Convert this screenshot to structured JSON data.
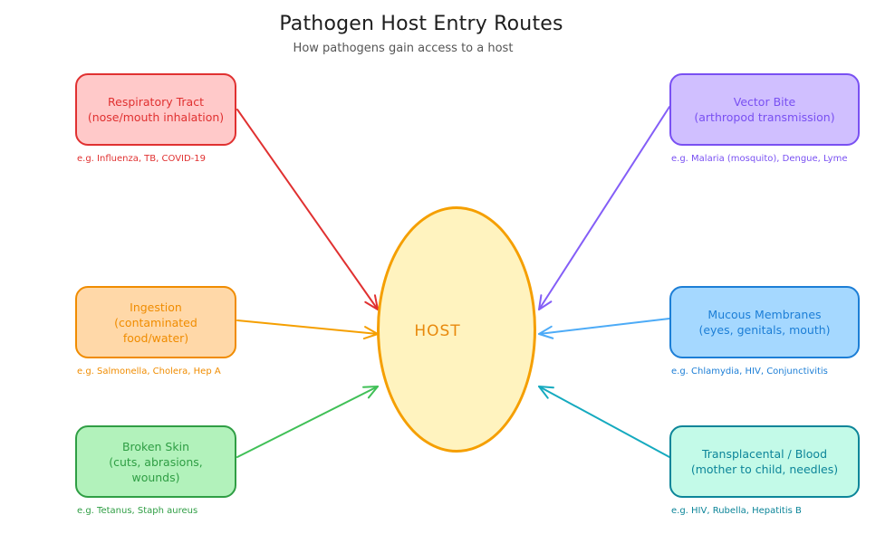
{
  "title": "Pathogen Host Entry Routes",
  "subtitle": "How pathogens gain access to a host",
  "host": {
    "label": "HOST",
    "fill": "#fff3bf",
    "stroke": "#f59f00",
    "text_color": "#e8890c"
  },
  "routes": [
    {
      "id": "respiratory",
      "line1": "Respiratory Tract",
      "line2": "(nose/mouth inhalation)",
      "line3": "",
      "example": "e.g. Influenza, TB, COVID-19",
      "fill": "#ffc9c9",
      "stroke": "#e03131"
    },
    {
      "id": "ingestion",
      "line1": "Ingestion",
      "line2": "(contaminated",
      "line3": "food/water)",
      "example": "e.g. Salmonella, Cholera, Hep A",
      "fill": "#ffd8a8",
      "stroke": "#f08c00"
    },
    {
      "id": "broken-skin",
      "line1": "Broken Skin",
      "line2": "(cuts, abrasions, wounds)",
      "line3": "",
      "example": "e.g. Tetanus, Staph aureus",
      "fill": "#b2f2bb",
      "stroke": "#2f9e44"
    },
    {
      "id": "vector-bite",
      "line1": "Vector Bite",
      "line2": "(arthropod transmission)",
      "line3": "",
      "example": "e.g. Malaria (mosquito), Dengue, Lyme",
      "fill": "#d0bfff",
      "stroke": "#7950f2"
    },
    {
      "id": "mucous-membranes",
      "line1": "Mucous Membranes",
      "line2": "(eyes, genitals, mouth)",
      "line3": "",
      "example": "e.g. Chlamydia, HIV, Conjunctivitis",
      "fill": "#a5d8ff",
      "stroke": "#1c7ed6"
    },
    {
      "id": "transplacental",
      "line1": "Transplacental / Blood",
      "line2": "(mother to child, needles)",
      "line3": "",
      "example": "e.g. HIV, Rubella, Hepatitis B",
      "fill": "#c3fae8",
      "stroke": "#0c8599"
    }
  ],
  "arrow_colors": {
    "respiratory": "#e03131",
    "ingestion": "#f59f00",
    "broken-skin": "#40c057",
    "vector-bite": "#845ef7",
    "mucous-membranes": "#4dabf7",
    "transplacental": "#15aabf"
  }
}
